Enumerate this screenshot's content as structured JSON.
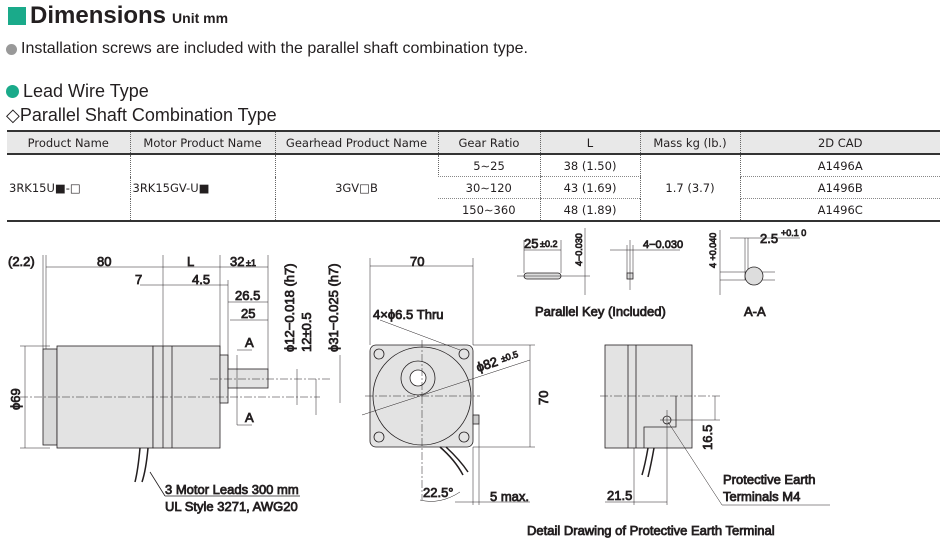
{
  "header": {
    "title": "Dimensions",
    "unit": "Unit mm"
  },
  "note": "Installation screws are included with the parallel shaft combination type.",
  "section": "Lead Wire Type",
  "subsection": "Parallel Shaft Combination Type",
  "colors": {
    "accent": "#1aaa8a",
    "note_dot": "#999999"
  },
  "table": {
    "headers": [
      "Product Name",
      "Motor Product Name",
      "Gearhead Product Name",
      "Gear Ratio",
      "L",
      "Mass kg (lb.)",
      "2D CAD"
    ],
    "product": "3RK15U■-□",
    "motor": "3RK15GV-U■",
    "gearhead": "3GV□B",
    "mass": "1.7 (3.7)",
    "rows": [
      {
        "ratio": "5∼25",
        "L": "38 (1.50)",
        "cad": "A1496A"
      },
      {
        "ratio": "30∼120",
        "L": "43 (1.69)",
        "cad": "A1496B"
      },
      {
        "ratio": "150∼360",
        "L": "48 (1.89)",
        "cad": "A1496C"
      }
    ]
  },
  "drawing": {
    "d_2_2": "(2.2)",
    "d_80": "80",
    "d_L": "L",
    "d_32": "32",
    "d_32_tol": "±1",
    "d_7": "7",
    "d_4_5": "4.5",
    "d_26_5": "26.5",
    "d_25": "25",
    "d_phi12": "ϕ12−0.018 (h7)",
    "d_12": "12±0.5",
    "d_phi31": "ϕ31−0.025 (h7)",
    "d_phi69": "ϕ69",
    "sec_a": "A",
    "leads1": "3 Motor Leads 300 mm",
    "leads2": "UL Style 3271, AWG20",
    "d_70w": "70",
    "holes": "4×ϕ6.5 Thru",
    "d_phi82": "ϕ82",
    "d_phi82_tol": "±0.5",
    "d_70h": "70",
    "d_angle": "22.5°",
    "d_5max": "5 max.",
    "key_25": "25",
    "key_25_tol": "±0.2",
    "key_4a": "4−0.030",
    "key_4b": "4−0.030",
    "key_label": "Parallel Key (Included)",
    "aa_25": "2.5",
    "aa_25_tol": "+0.1 0",
    "aa_4": "4 +0.040",
    "aa_label": "A-A",
    "d_16_5": "16.5",
    "d_21_5": "21.5",
    "pe1": "Protective Earth",
    "pe2": "Terminals M4",
    "detail_label": "Detail Drawing of Protective Earth Terminal"
  }
}
